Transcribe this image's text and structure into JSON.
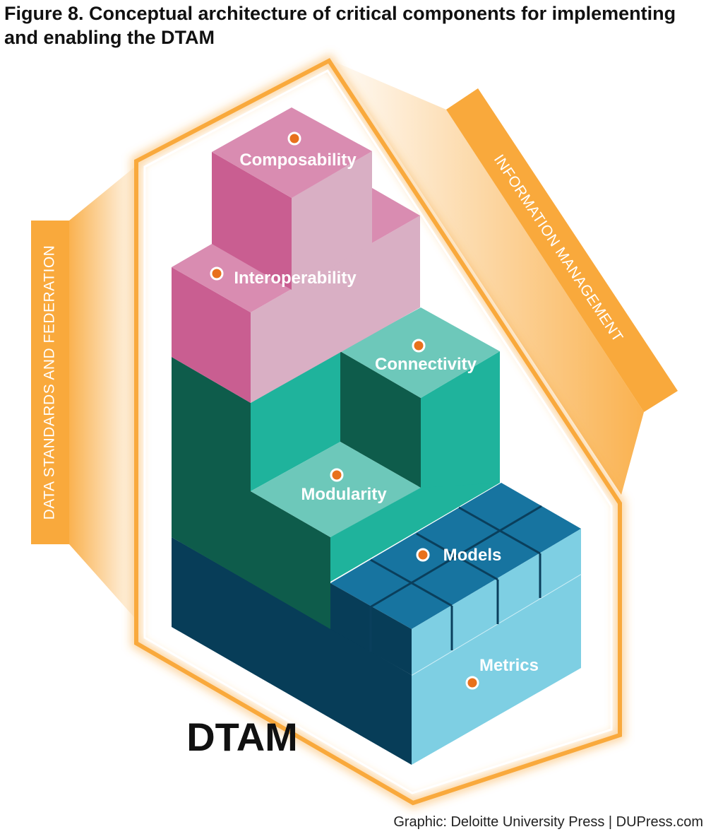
{
  "figure": {
    "title": "Figure 8. Conceptual architecture of critical components for implementing and enabling the DTAM",
    "credit": "Graphic: Deloitte University Press  |  DUPress.com"
  },
  "diagram": {
    "center_label": "DTAM",
    "side_bands": {
      "left": "DATA STANDARDS AND FEDERATION",
      "right": "INFORMATION MANAGEMENT"
    },
    "components": {
      "composability": "Composability",
      "interoperability": "Interoperability",
      "connectivity": "Connectivity",
      "modularity": "Modularity",
      "models": "Models",
      "metrics": "Metrics"
    },
    "colors": {
      "accent_orange": "#F9A93C",
      "dot_orange": "#E8711C",
      "pink_light": "#D9AFC4",
      "pink_dark": "#C95E91",
      "teal": "#1FB39C",
      "teal_dark": "#0E5C4B",
      "blue_light": "#7ECFE3",
      "navy": "#073D58",
      "blue_mid": "#1774A0"
    }
  }
}
